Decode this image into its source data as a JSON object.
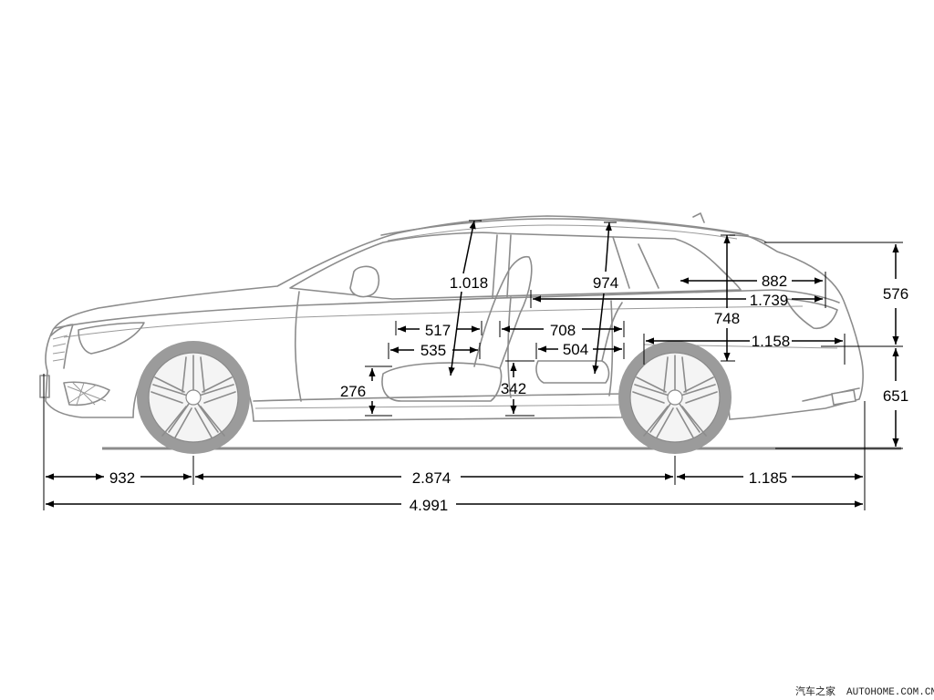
{
  "dimensions": {
    "front_overhang": "932",
    "wheelbase": "2.874",
    "rear_overhang": "1.185",
    "overall_length": "4.991",
    "upper_height": "576",
    "lower_height": "651",
    "front_headroom": "1.018",
    "rear_headroom": "974",
    "cargo_height": "748",
    "cargo_length_top": "882",
    "cargo_length_max": "1.739",
    "cargo_length_floor": "1.158",
    "front_seat_depth": "517",
    "front_legroom": "535",
    "rear_seat_depth": "708",
    "rear_legroom": "504",
    "front_seat_height": "276",
    "rear_seat_height": "342"
  },
  "watermark": {
    "cn": "汽车之家",
    "domain": "AUTOHOME.COM.CN"
  },
  "colors": {
    "outline": "#8c8c8c",
    "tire": "#9b9b9b",
    "dimension": "#000000",
    "background": "#ffffff"
  }
}
